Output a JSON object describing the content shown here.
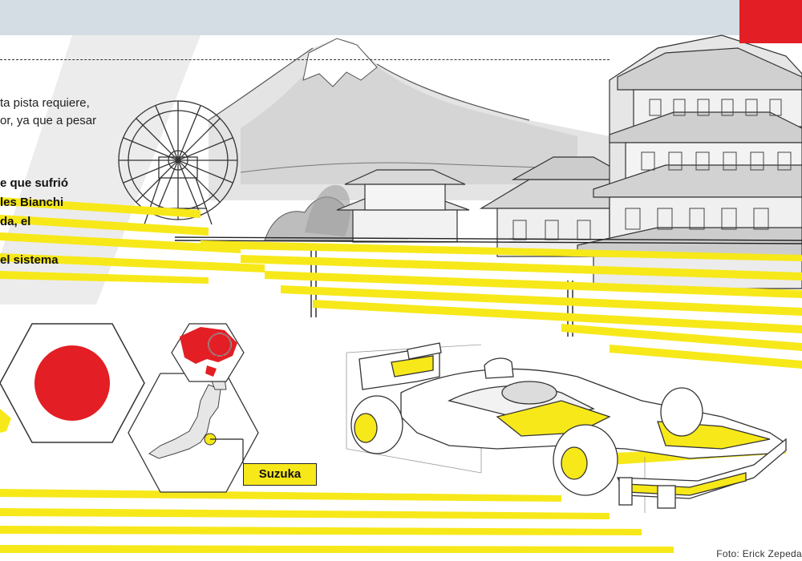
{
  "article": {
    "lines": [
      "ta pista requiere,",
      "or, ya que a pesar"
    ],
    "bold_lines": [
      "e que sufrió",
      "les Bianchi",
      "da, el",
      "el sistema"
    ]
  },
  "map": {
    "location_label": "Suzuka"
  },
  "credit": "Foto: Erick Zepeda",
  "colors": {
    "accent_yellow": "#f7e81a",
    "flag_red": "#e31e24",
    "header_band": "#d5dde4"
  }
}
